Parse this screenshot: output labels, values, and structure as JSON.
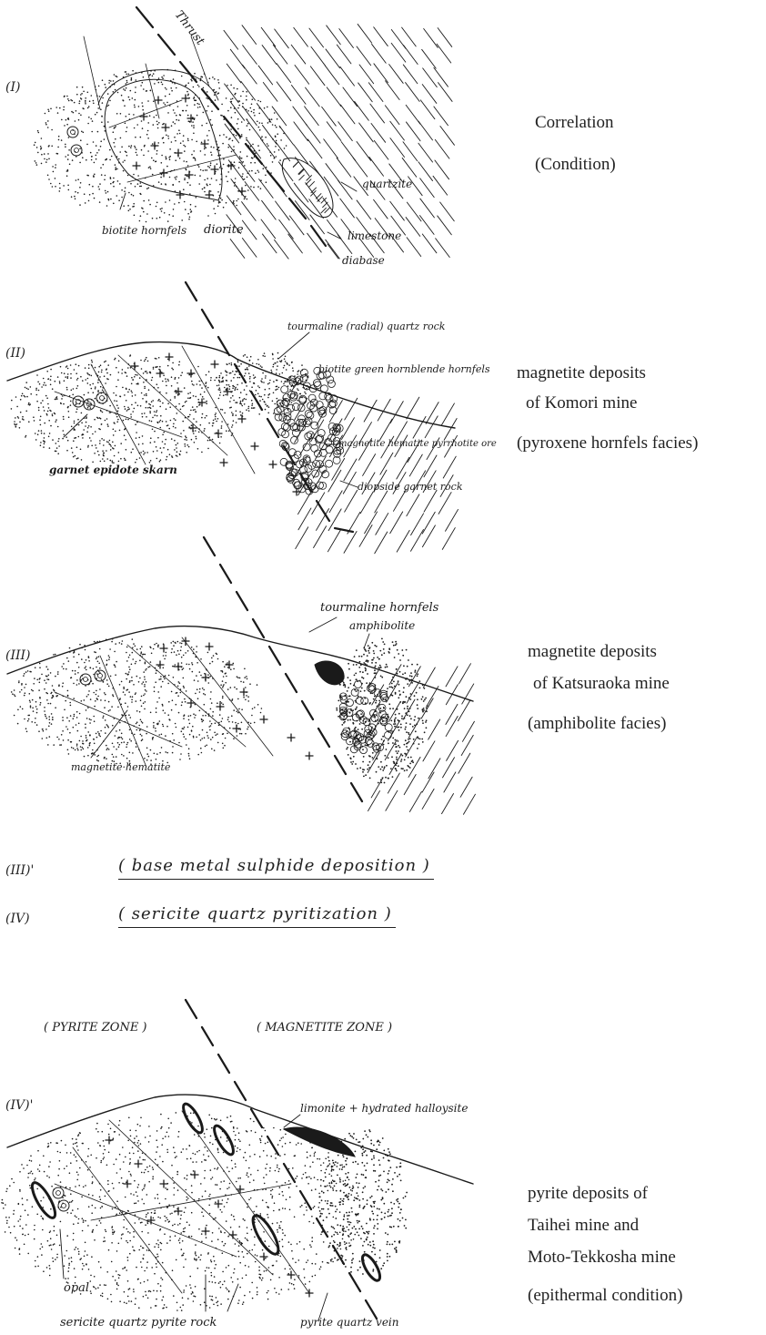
{
  "section_I": {
    "label": "(I)",
    "labels": {
      "thrust": "Thrust",
      "quartzite": "quartzite",
      "biotite_hornfels": "biotite hornfels",
      "diorite": "diorite",
      "limestone": "limestone",
      "diabase": "diabase"
    },
    "right_text": [
      "Correlation",
      "(Condition)"
    ]
  },
  "section_II": {
    "label": "(II)",
    "labels": {
      "tourmaline": "tourmaline (radial) quartz rock",
      "biotite": "biotite green hornblende hornfels",
      "ore": "magnetite hematite pyrrhotite ore",
      "diopside": "diopside garnet rock",
      "garnet": "garnet epidote skarn"
    },
    "right_text": [
      "magnetite deposits",
      "of Komori mine",
      "(pyroxene hornfels facies)"
    ]
  },
  "section_III": {
    "label": "(III)",
    "labels": {
      "tourmaline": "tourmaline hornfels",
      "amphibolite": "amphibolite",
      "magnetite": "magnetite·hematite"
    },
    "right_text": [
      "magnetite deposits",
      "of Katsuraoka mine",
      "(amphibolite facies)"
    ]
  },
  "stage_III_prime": {
    "label": "(III)'",
    "text": "( base metal sulphide deposition )"
  },
  "stage_IV": {
    "label": "(IV)",
    "text": "( sericite quartz pyritization )"
  },
  "section_IV_prime": {
    "label": "(IV)'",
    "labels": {
      "pyrite_zone": "( PYRITE ZONE )",
      "magnetite_zone": "( MAGNETITE ZONE )",
      "limonite": "limonite + hydrated halloysite",
      "opal": "opal",
      "sericite": "sericite quartz pyrite rock",
      "pyrite_vein": "pyrite quartz vein"
    },
    "right_text": [
      "pyrite deposits of",
      "Taihei mine and",
      "Moto-Tekkosha mine",
      "(epithermal condition)"
    ]
  },
  "colors": {
    "ink": "#1a1a1a",
    "paper": "#ffffff"
  },
  "icons": [
    "plus-mark",
    "dot-stipple",
    "hatch-line",
    "circle-ore",
    "lens-vein"
  ]
}
